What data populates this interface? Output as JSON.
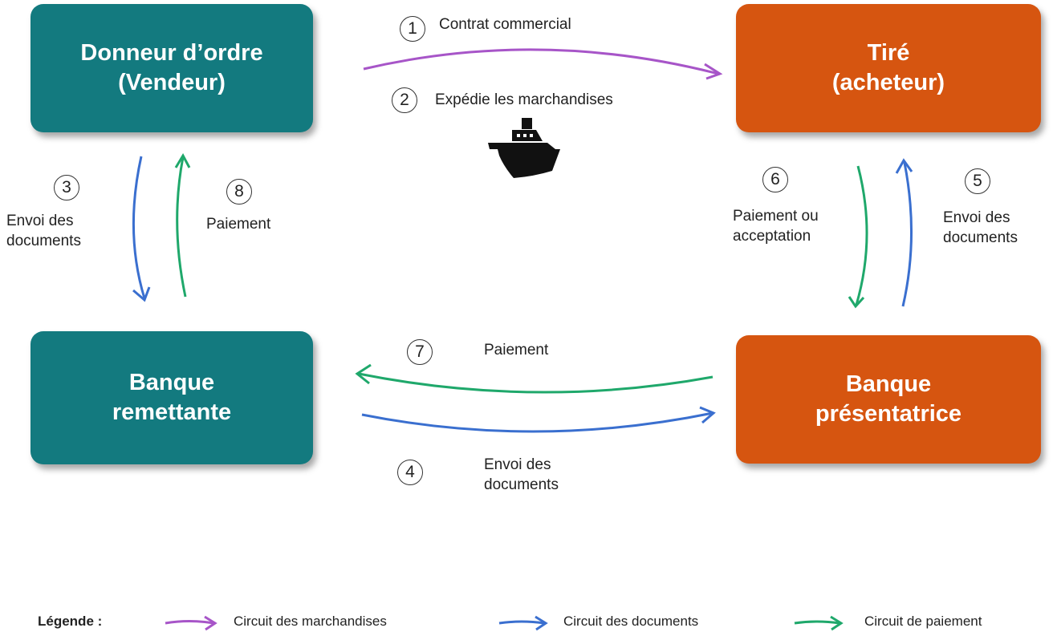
{
  "colors": {
    "teal": "#137a7f",
    "orange": "#d65510",
    "merchandise": "#a755c8",
    "documents": "#3a6fcf",
    "payment": "#1fa86b"
  },
  "boxes": {
    "vendeur": "Donneur d’ordre\n(Vendeur)",
    "tire": "Tiré\n(acheteur)",
    "remettante": "Banque\nremettante",
    "presentatrice": "Banque\nprésentatrice"
  },
  "steps": [
    {
      "number": "1",
      "label": "Contrat commercial"
    },
    {
      "number": "2",
      "label": "Expédie les marchandises"
    },
    {
      "number": "3",
      "label": "Envoi des\ndocuments"
    },
    {
      "number": "4",
      "label": "Envoi des\ndocuments"
    },
    {
      "number": "5",
      "label": "Envoi des\ndocuments"
    },
    {
      "number": "6",
      "label": "Paiement ou\nacceptation"
    },
    {
      "number": "7",
      "label": "Paiement"
    },
    {
      "number": "8",
      "label": "Paiement"
    }
  ],
  "ship_icon": "cargo-ship-icon",
  "legend": {
    "title": "Légende :",
    "merchandise": "Circuit des marchandises",
    "documents": "Circuit des documents",
    "payment": "Circuit de paiement"
  }
}
